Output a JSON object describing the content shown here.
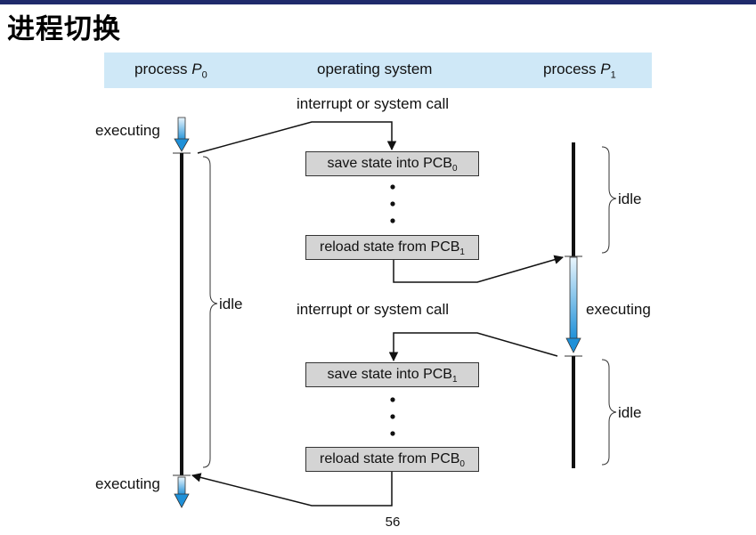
{
  "title": "进程切换",
  "columns": {
    "p0": {
      "prefix": "process ",
      "var": "P",
      "sub": "0"
    },
    "os": {
      "label": "operating system"
    },
    "p1": {
      "prefix": "process ",
      "var": "P",
      "sub": "1"
    }
  },
  "labels": {
    "interrupt_1": "interrupt or system call",
    "interrupt_2": "interrupt or system call",
    "executing_p0_top": "executing",
    "executing_p0_bottom": "executing",
    "executing_p1": "executing",
    "idle_p0": "idle",
    "idle_p1_top": "idle",
    "idle_p1_bottom": "idle"
  },
  "boxes": {
    "save_pcb0": {
      "text": "save state into PCB",
      "sub": "0"
    },
    "reload_pcb1": {
      "text": "reload state from PCB",
      "sub": "1"
    },
    "save_pcb1": {
      "text": "save state into PCB",
      "sub": "1"
    },
    "reload_pcb0": {
      "text": "reload state from PCB",
      "sub": "0"
    }
  },
  "page_number": "56",
  "colors": {
    "arrow_fill": "#1e90d8",
    "box_fill": "#d4d4d4",
    "header_band": "#cfe8f7"
  }
}
